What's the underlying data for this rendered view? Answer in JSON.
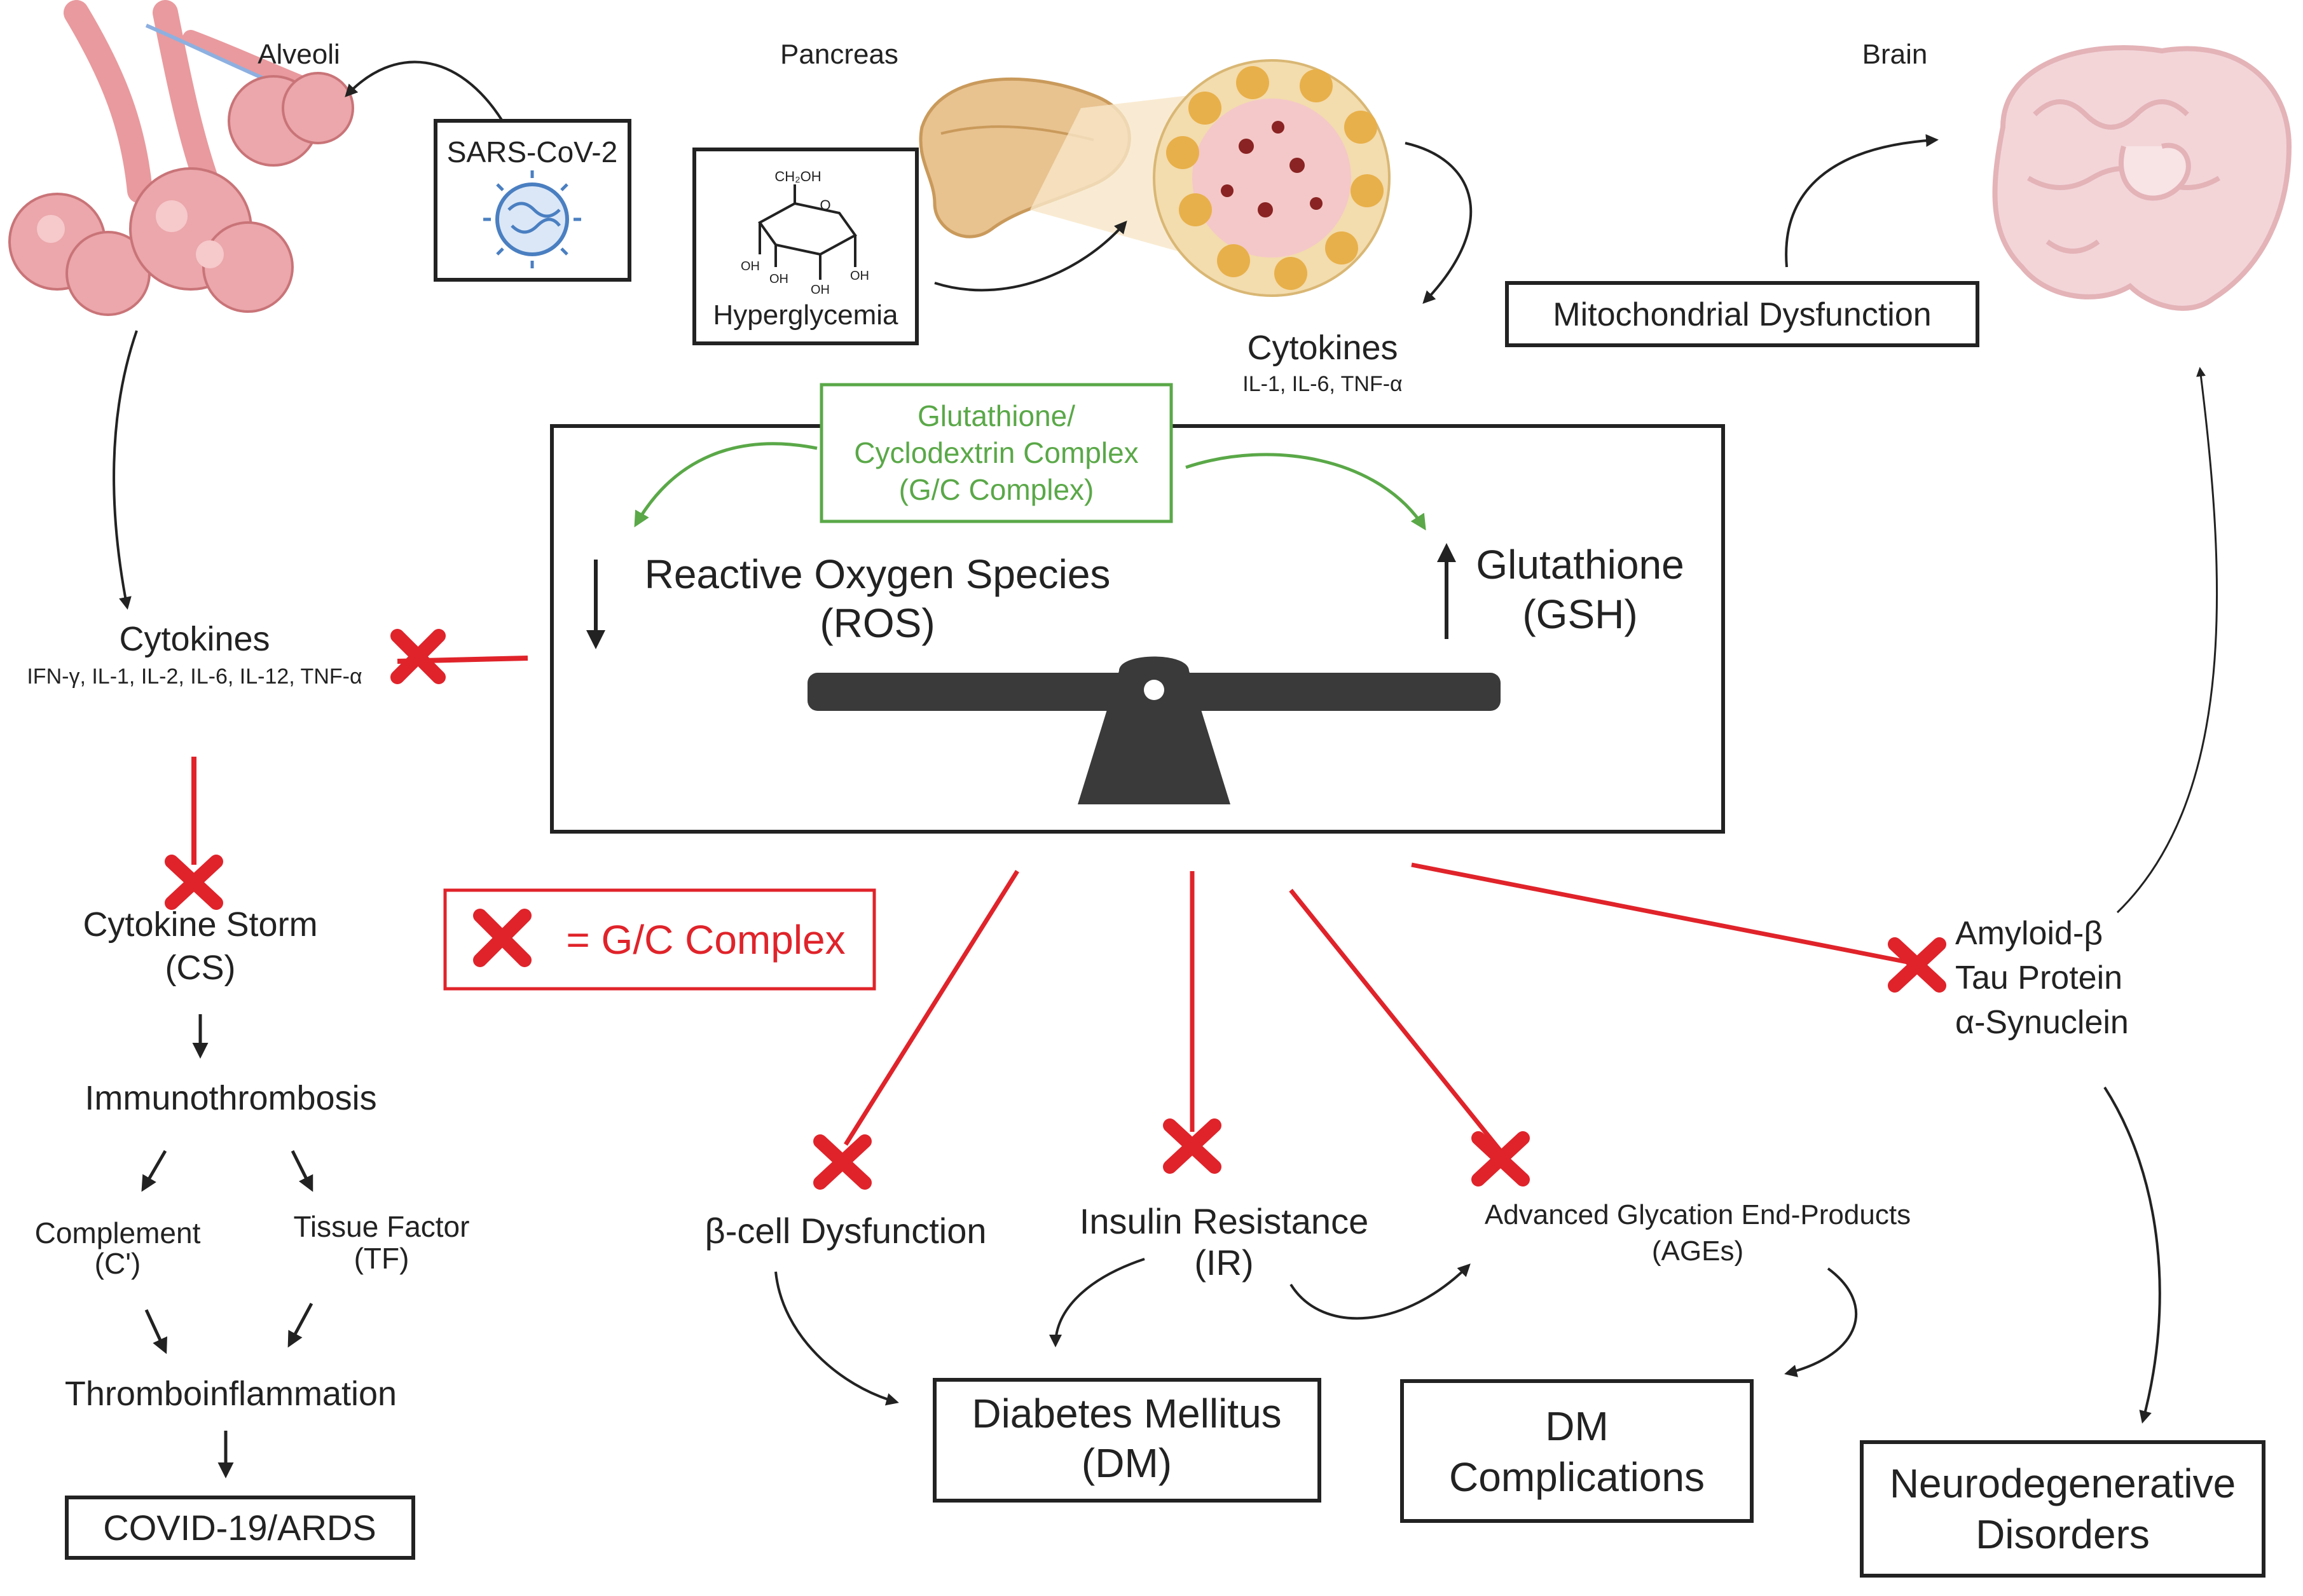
{
  "labels": {
    "alveoli": "Alveoli",
    "pancreas": "Pancreas",
    "brain": "Brain",
    "sars": "SARS-CoV-2",
    "hyperglycemia": "Hyperglycemia",
    "mito": "Mitochondrial Dysfunction",
    "cytokines_top": "Cytokines",
    "cytokines_top_list": "IL-1, IL-6, TNF-α",
    "gc_line1": "Glutathione/",
    "gc_line2": "Cyclodextrin Complex",
    "gc_line3": "(G/C Complex)",
    "ros_line1": "Reactive Oxygen Species",
    "ros_line2": "(ROS)",
    "gsh_line1": "Glutathione",
    "gsh_line2": "(GSH)",
    "cytokines_left": "Cytokines",
    "cytokines_left_list": "IFN-γ, IL-1, IL-2, IL-6, IL-12, TNF-α",
    "legend": "= G/C Complex",
    "cs_line1": "Cytokine Storm",
    "cs_line2": "(CS)",
    "immuno": "Immunothrombosis",
    "complement_line1": "Complement",
    "complement_line2": "(C')",
    "tf_line1": "Tissue Factor",
    "tf_line2": "(TF)",
    "thrombo": "Thromboinflammation",
    "covid": "COVID-19/ARDS",
    "amyloid": "Amyloid-β",
    "tau": "Tau Protein",
    "synuclein": "α-Synuclein",
    "beta": "β-cell Dysfunction",
    "ir_line1": "Insulin Resistance",
    "ir_line2": "(IR)",
    "ages_line1": "Advanced Glycation End-Products",
    "ages_line2": "(AGEs)",
    "dm_line1": "Diabetes Mellitus",
    "dm_line2": "(DM)",
    "dmc_line1": "DM",
    "dmc_line2": "Complications",
    "neuro_line1": "Neurodegenerative",
    "neuro_line2": "Disorders",
    "glucose_ch2oh": "CH₂OH",
    "glucose_o": "O",
    "glucose_oh": "OH"
  },
  "colors": {
    "text": "#222222",
    "inhibit_red": "#e0232a",
    "gc_green": "#5aa848",
    "lung_pink": "#e99a9e",
    "brain_pink": "#f3d5d8",
    "pancreas_tan": "#e8c28f",
    "virus_blue": "#4a7fc1"
  }
}
